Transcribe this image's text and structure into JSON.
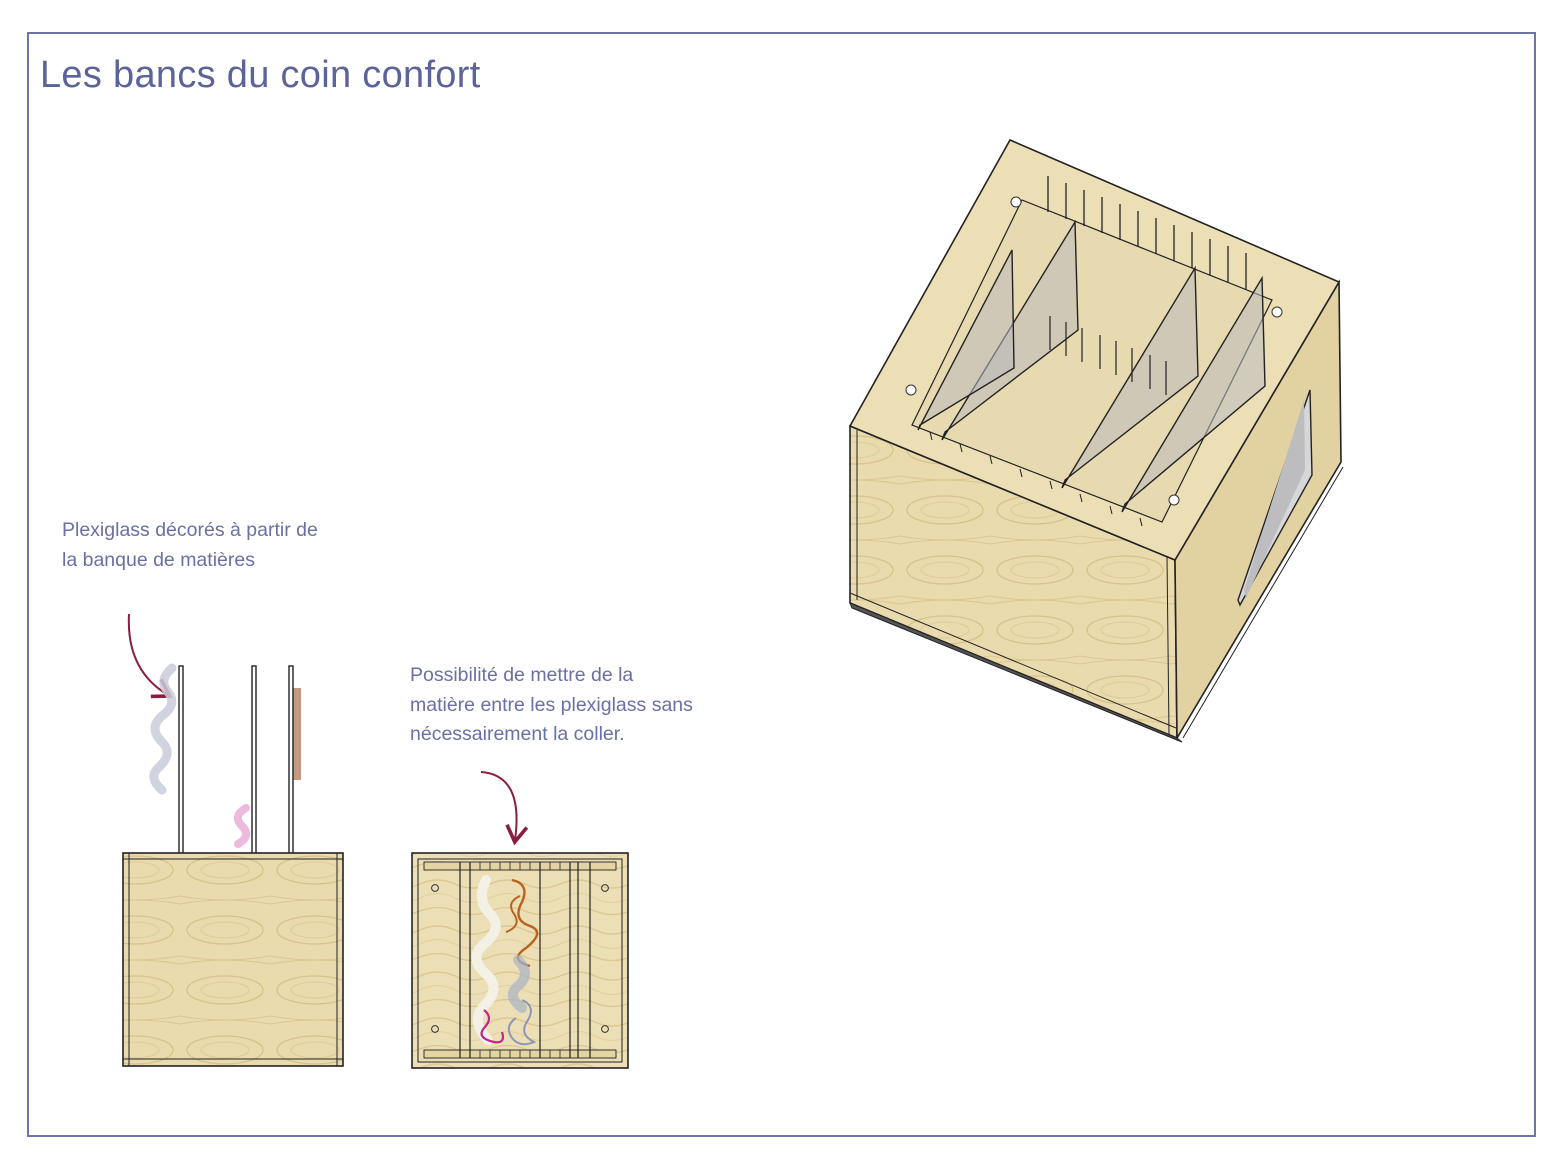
{
  "page": {
    "title": "Les bancs du coin confort"
  },
  "annotations": {
    "plexiglass_decorated": "Plexiglass décorés à partir de la banque de matières",
    "material_between": "Possibilité de mettre de la matière entre les plexiglass sans nécessairement la coller."
  },
  "colors": {
    "frame": "#6b76a4",
    "title": "#5b6399",
    "annotation_text": "#6a70a3",
    "arrow": "#8a1f3d",
    "wood": "#eadbae",
    "wood_grain": "#d9c48c",
    "plexiglass": "#b9b9bd"
  }
}
